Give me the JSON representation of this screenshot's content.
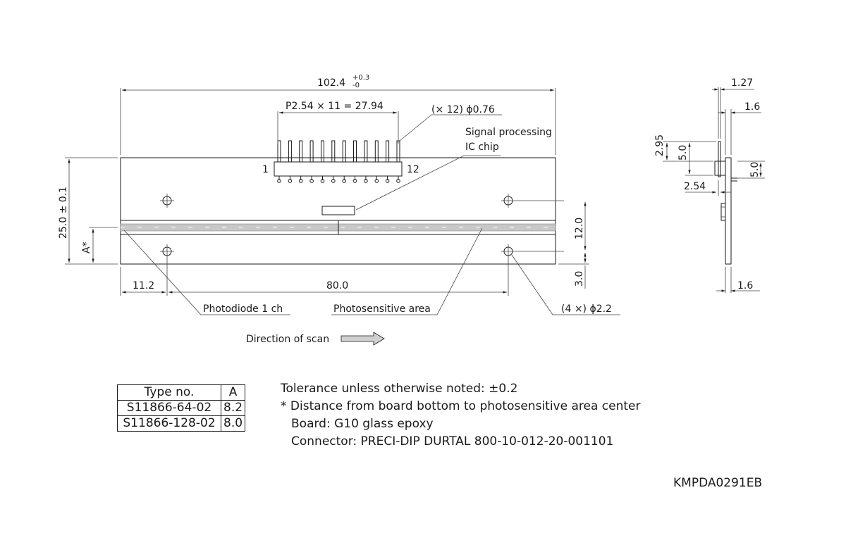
{
  "dims": {
    "overall_length": "102.4",
    "overall_tol_plus": "+0.3",
    "overall_tol_minus": "-0",
    "pitch": "P2.54 × 11 = 27.94",
    "pin_dia": "(× 12) ϕ0.76",
    "pin_first": "1",
    "pin_last": "12",
    "height": "25.0 ± 0.1",
    "a_label": "A*",
    "left_offset": "11.2",
    "hole_span": "80.0",
    "hole_vertical": "12.0",
    "hole_bottom": "3.0",
    "hole_dia": "(4 ×) ϕ2.2",
    "side_127": "1.27",
    "side_16_top": "1.6",
    "side_295": "2.95",
    "side_50_left": "5.0",
    "side_50_right": "5.0",
    "side_254": "2.54",
    "side_16_bottom": "1.6"
  },
  "labels": {
    "signal_chip_1": "Signal processing",
    "signal_chip_2": "IC chip",
    "photodiode": "Photodiode 1 ch",
    "photosensitive": "Photosensitive area",
    "scan_direction": "Direction of scan"
  },
  "type_table": {
    "headers": [
      "Type no.",
      "A"
    ],
    "rows": [
      [
        "S11866-64-02",
        "8.2"
      ],
      [
        "S11866-128-02",
        "8.0"
      ]
    ]
  },
  "notes": [
    "Tolerance unless otherwise noted: ±0.2",
    "* Distance from board bottom to photosensitive area center",
    "Board: G10 glass epoxy",
    "Connector: PRECI-DIP DURTAL 800-10-012-20-001101"
  ],
  "drawing_code": "KMPDA0291EB"
}
